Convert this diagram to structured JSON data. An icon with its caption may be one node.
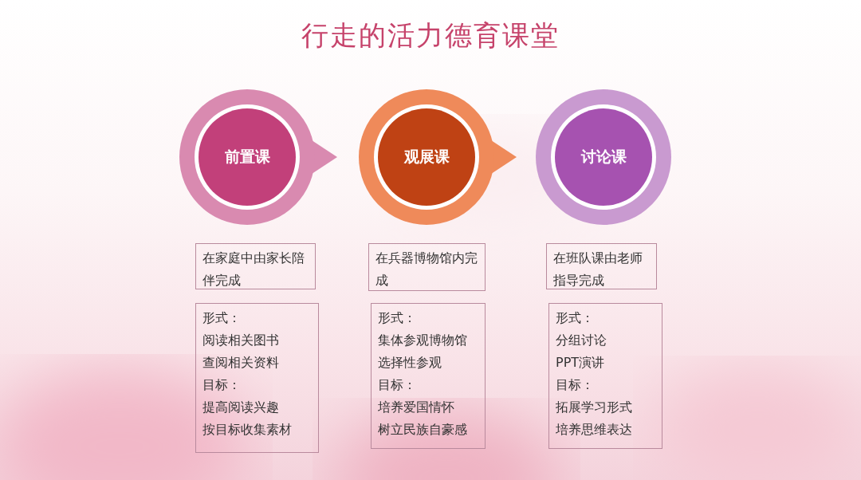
{
  "diagram": {
    "title": "行走的活力德育课堂",
    "nodes": [
      {
        "text": [
          "前置课"
        ]
      },
      {
        "text": [
          "观展课"
        ]
      },
      {
        "text": [
          "讨论课"
        ]
      },
      {
        "text": [
          "在家庭中由家长陪伴完成"
        ]
      },
      {
        "text": [
          "在兵器博物馆内完成"
        ]
      },
      {
        "text": [
          "在班队课由老师指导完成"
        ]
      },
      {
        "text": [
          "形式：",
          "阅读相关图书",
          "查阅相关资料",
          "目标：",
          "提高阅读兴趣",
          "按目标收集素材"
        ]
      },
      {
        "text": [
          "形式：",
          "集体参观博物馆",
          "选择性参观",
          "目标：",
          "培养爱国情怀",
          "树立民族自豪感"
        ]
      },
      {
        "text": [
          "形式：",
          "分组讨论",
          "PPT演讲",
          "目标：",
          "拓展学习形式",
          "培养思维表达"
        ]
      }
    ]
  }
}
